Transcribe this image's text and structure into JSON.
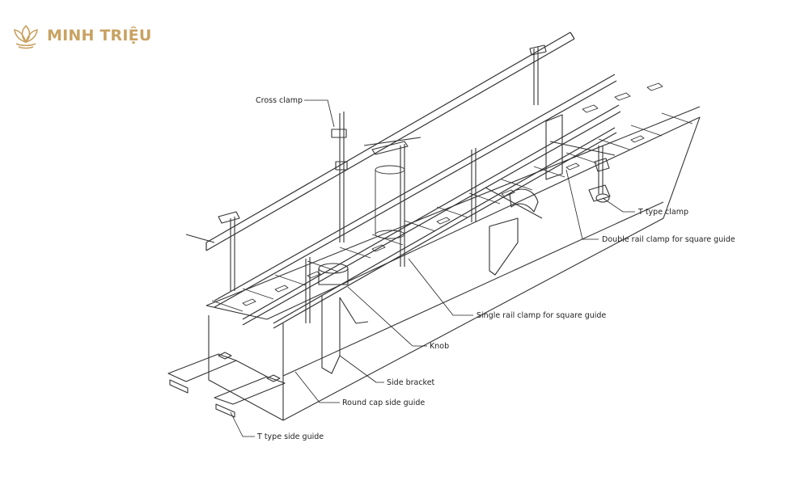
{
  "brand": {
    "name": "MINH TRIỆU",
    "logo_icon": "lotus-icon",
    "color": "#c9a262"
  },
  "diagram": {
    "labels": {
      "cross_clamp": "Cross clamp",
      "t_type_clamp": "T type clamp",
      "double_rail_clamp": "Double rail clamp for square guide",
      "single_rail_clamp": "Single rail clamp for square guide",
      "knob": "Knob",
      "side_bracket": "Side bracket",
      "round_cap_side_guide": "Round cap side guide",
      "t_type_side_guide": "T type side guide"
    }
  }
}
